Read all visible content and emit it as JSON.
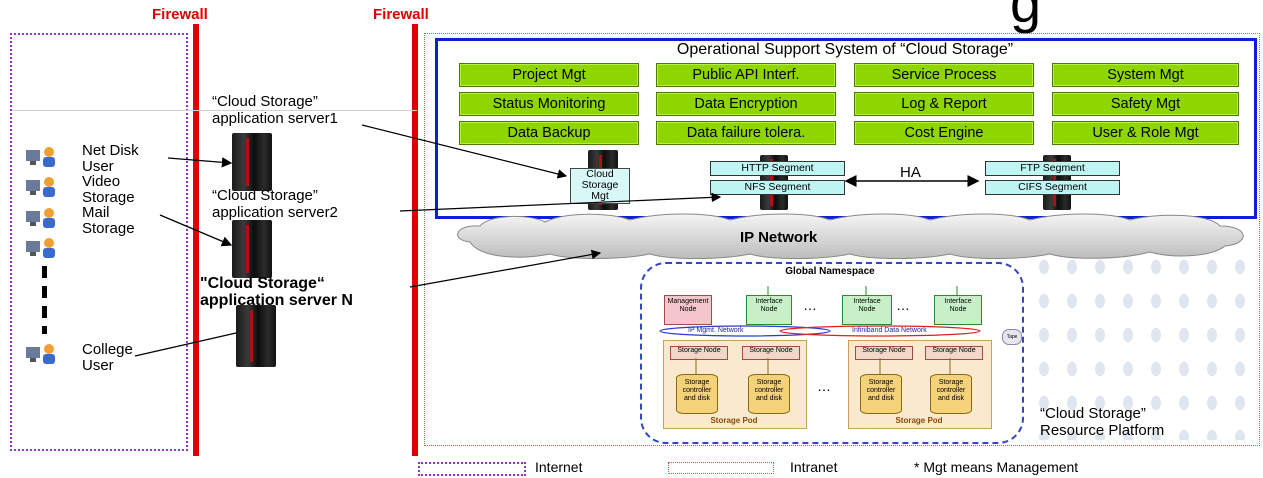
{
  "firewalls": [
    "Firewall",
    "Firewall"
  ],
  "users": [
    {
      "label": "Net Disk\nUser"
    },
    {
      "label": "Video\nStorage"
    },
    {
      "label": "Mail\nStorage"
    },
    {
      "label": "College\nUser"
    }
  ],
  "servers": [
    {
      "label": "“Cloud Storage”\napplication server1"
    },
    {
      "label": "“Cloud Storage”\napplication server2"
    },
    {
      "label": "\"Cloud Storage“\napplication server N"
    }
  ],
  "oss": {
    "title": "Operational Support System of “Cloud Storage”",
    "functions": [
      "Project Mgt",
      "Public API Interf.",
      "Service Process",
      "System Mgt",
      "Status Monitoring",
      "Data Encryption",
      "Log & Report",
      "Safety Mgt",
      "Data Backup",
      "Data failure tolera.",
      "Cost Engine",
      "User & Role Mgt"
    ],
    "mgt_box": "Cloud\nStorage\nMgt",
    "segments_left": [
      "HTTP Segment",
      "NFS Segment"
    ],
    "segments_right": [
      "FTP Segment",
      "CIFS Segment"
    ],
    "ha_label": "HA"
  },
  "network": {
    "label": "IP Network"
  },
  "gns": {
    "title": "Global Namespace",
    "management_node": "Management\nNode",
    "interface_nodes": [
      "Interface\nNode",
      "Interface\nNode",
      "Interface\nNode"
    ],
    "ip_mgmt_network": "IP Mgmt. Network",
    "infiniband": "Infiniband Data Network",
    "tape": "Tape",
    "storage_node": "Storage Node",
    "storage_controller": "Storage\ncontroller\nand disk",
    "pods": [
      "Storage Pod",
      "Storage Pod"
    ],
    "ellipsis": "…"
  },
  "resource_platform": "“Cloud Storage”\nResource Platform",
  "legend": {
    "internet": "Internet",
    "intranet": "Intranet",
    "note": "* Mgt means Management"
  },
  "top_cut_text": "g",
  "colors": {
    "firewall": "#e00000",
    "oss_border": "#0a1fd6",
    "function_fill": "#8fd600",
    "internet_zone": "#9b30c8",
    "intranet_zone": "#e05050"
  }
}
